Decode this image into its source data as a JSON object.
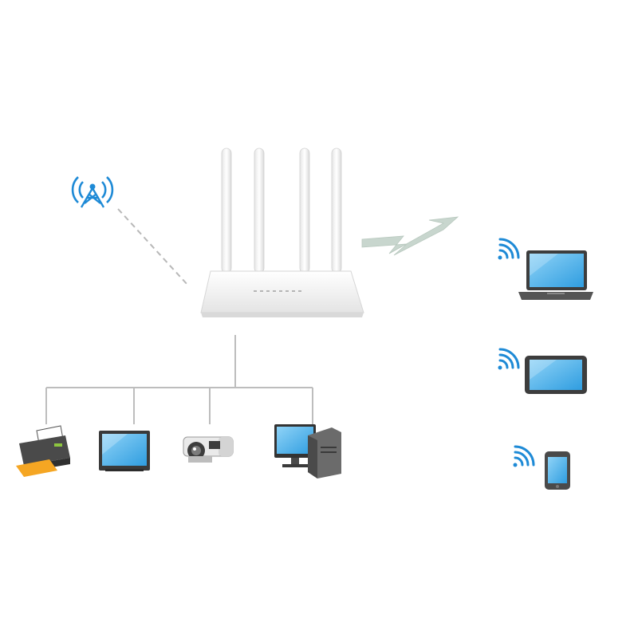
{
  "diagram": {
    "type": "network-topology",
    "hub": {
      "kind": "router",
      "icon": "wifi-router-icon",
      "antenna_count": 4,
      "indicator_count": 8,
      "color": "#f2f2f2"
    },
    "uplink": {
      "kind": "cellular-tower",
      "icon": "cell-tower-icon",
      "link_style": "dashed",
      "color": "#2a8fd6"
    },
    "wired_devices": [
      {
        "kind": "printer",
        "icon": "printer-icon"
      },
      {
        "kind": "television",
        "icon": "tv-icon"
      },
      {
        "kind": "security-camera",
        "icon": "security-camera-icon"
      },
      {
        "kind": "desktop-computer",
        "icon": "desktop-computer-icon"
      }
    ],
    "wireless_link": {
      "icon": "wireless-signal-zigzag",
      "color": "#c4d4cc"
    },
    "wireless_devices": [
      {
        "kind": "laptop",
        "icon": "laptop-icon"
      },
      {
        "kind": "tablet",
        "icon": "tablet-icon"
      },
      {
        "kind": "smartphone",
        "icon": "smartphone-icon"
      }
    ],
    "colors": {
      "wifi_blue": "#1e8ad6",
      "screen_blue": "#4fb3ea",
      "line_gray": "#bdbdbd",
      "device_dark": "#3d3d3d",
      "paper_orange": "#f5a623"
    }
  }
}
